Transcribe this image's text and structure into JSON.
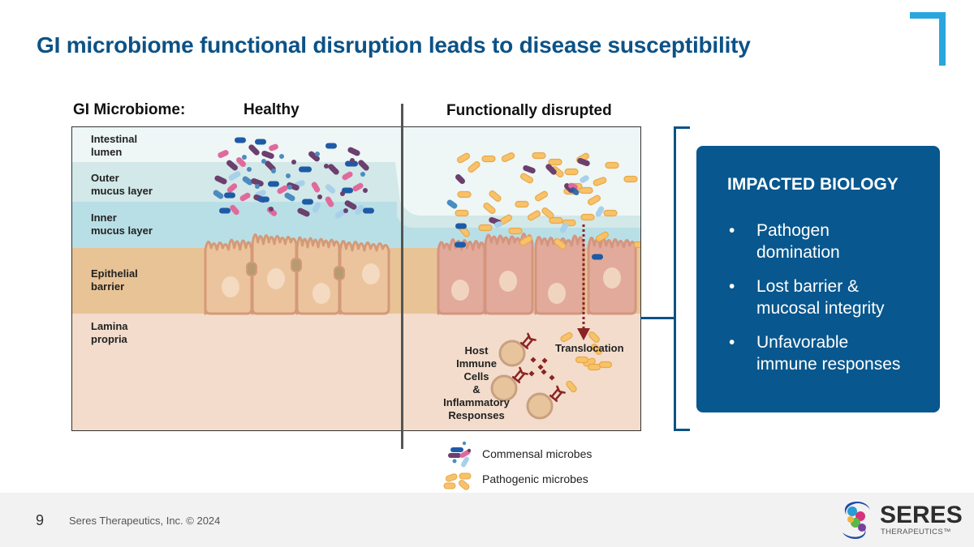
{
  "title": "GI microbiome functional disruption leads to disease susceptibility",
  "diagram": {
    "header_label": "GI Microbiome:",
    "healthy_label": "Healthy",
    "disrupted_label": "Functionally disrupted",
    "layers": [
      {
        "name": "Intestinal lumen",
        "line1": "Intestinal",
        "line2": "lumen",
        "color": "#eef6f6"
      },
      {
        "name": "Outer mucus layer",
        "line1": "Outer",
        "line2": "mucus layer",
        "color": "#d3e8e8"
      },
      {
        "name": "Inner mucus layer",
        "line1": "Inner",
        "line2": "mucus layer",
        "color": "#b9dfe6"
      },
      {
        "name": "Epithelial barrier",
        "line1": "Epithelial",
        "line2": "barrier",
        "color": "#e8c396"
      },
      {
        "name": "Lamina propria",
        "line1": "Lamina",
        "line2": "propria",
        "color": "#f3dccb"
      }
    ],
    "translocation_label": "Translocation",
    "immune_label_lines": [
      "Host",
      "Immune",
      "Cells",
      "&",
      "Inflammatory",
      "Responses"
    ],
    "colors": {
      "healthy_cell": "#ebc49d",
      "healthy_cell_outline": "#d49a78",
      "disrupted_cell": "#e2aa9a",
      "disrupted_cell_outline": "#d4957f",
      "commensal_dark_blue": "#1d5ba6",
      "commensal_purple": "#6b3f6e",
      "commensal_pink": "#e06a9c",
      "commensal_mid_blue": "#4a8cc0",
      "commensal_light_blue": "#a8d0ea",
      "pathogen": "#f7c26a",
      "pathogen_outline": "#e8a948",
      "immune_red": "#8b2323"
    }
  },
  "legend": {
    "commensal": "Commensal microbes",
    "pathogenic": "Pathogenic microbes"
  },
  "impact_box": {
    "title": "IMPACTED BIOLOGY",
    "bullet_symbol": "•",
    "bullets": [
      {
        "line1": "Pathogen",
        "line2": "domination"
      },
      {
        "line1": "Lost barrier &",
        "line2": "mucosal integrity"
      },
      {
        "line1": "Unfavorable",
        "line2": "immune responses"
      }
    ],
    "color": "#08578e"
  },
  "footer": {
    "page_number": "9",
    "copyright": "Seres Therapeutics, Inc. © 2024",
    "logo_word": "SERES",
    "logo_sub": "THERAPEUTICS™"
  },
  "accent_color": "#2aa6de"
}
